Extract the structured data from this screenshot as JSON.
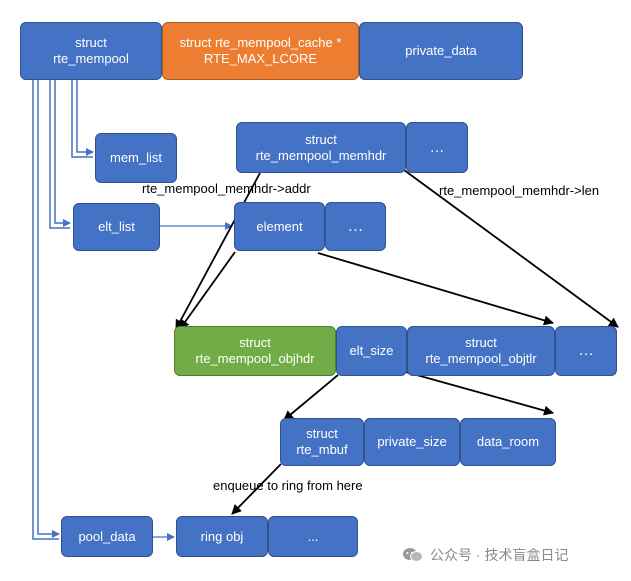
{
  "boxes": {
    "rte_mempool": "struct\nrte_mempool",
    "cache": "struct rte_mempool_cache *\nRTE_MAX_LCORE",
    "private_data": "private_data",
    "mem_list": "mem_list",
    "memhdr": "struct\nrte_mempool_memhdr",
    "memhdr_more": "…",
    "elt_list": "elt_list",
    "element": "element",
    "element_more": "…",
    "objhdr": "struct\nrte_mempool_objhdr",
    "elt_size": "elt_size",
    "objtlr": "struct\nrte_mempool_objtlr",
    "obj_more": "…",
    "mbuf": "struct\nrte_mbuf",
    "private_size": "private_size",
    "data_room": "data_room",
    "pool_data": "pool_data",
    "ring_obj": "ring obj",
    "ring_more": "..."
  },
  "labels": {
    "addr": "rte_mempool_memhdr->addr",
    "len": "rte_mempool_memhdr->len",
    "enqueue": "enqueue to ring from here"
  },
  "watermark": "公众号 · 技术盲盒日记",
  "colors": {
    "box_blue": "#4472c4",
    "box_orange": "#ed7d31",
    "box_green": "#70ad47",
    "link_blue": "#4472c4",
    "arrow_black": "#000000"
  }
}
